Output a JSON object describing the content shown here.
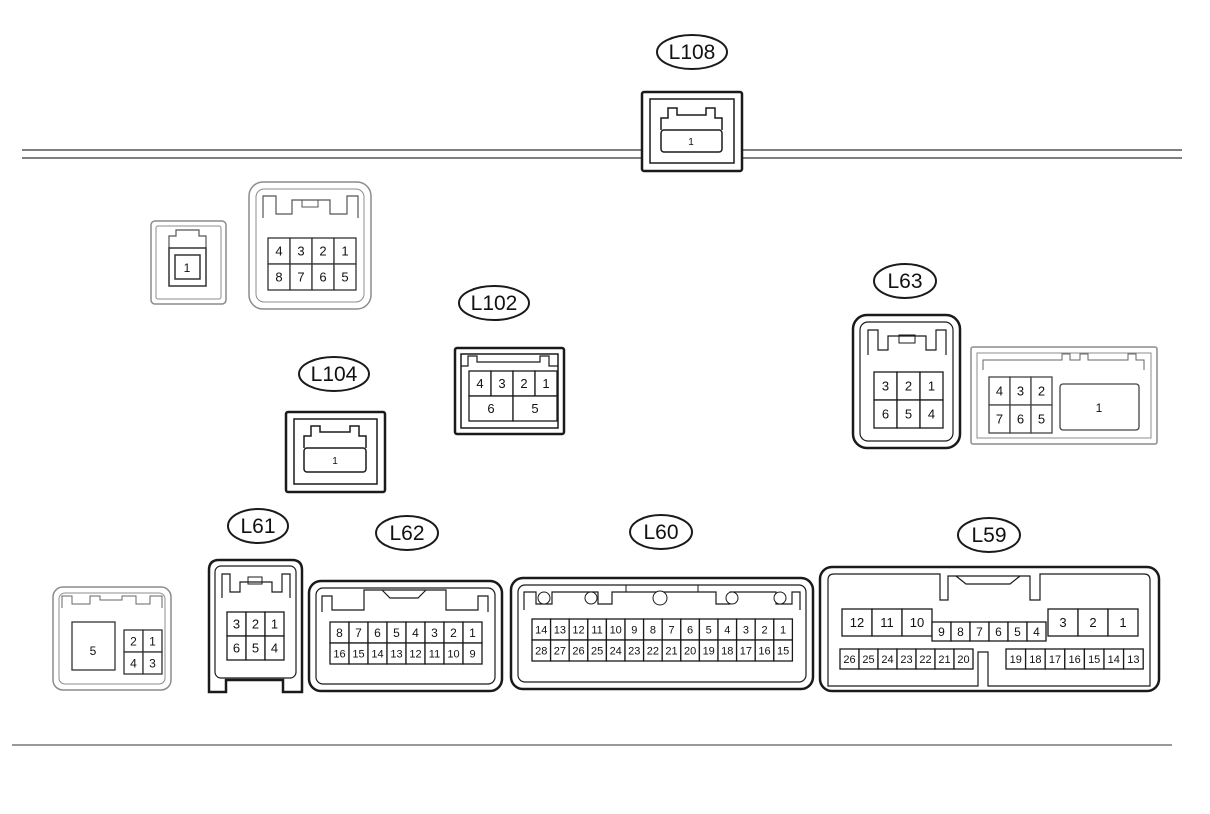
{
  "colors": {
    "dark": "#1a1a1a",
    "grey": "#8c8c8c",
    "harness": "#555555",
    "background": "#ffffff"
  },
  "labels": {
    "L108": "L108",
    "L102": "L102",
    "L104": "L104",
    "L63": "L63",
    "L61": "L61",
    "L62": "L62",
    "L60": "L60",
    "L59": "L59"
  },
  "connectors": {
    "L108": {
      "pins": [
        "1"
      ]
    },
    "mating_1pin": {
      "pins": [
        "1"
      ]
    },
    "mating_8pin": {
      "top_row": [
        "4",
        "3",
        "2",
        "1"
      ],
      "bottom_row": [
        "8",
        "7",
        "6",
        "5"
      ]
    },
    "L102": {
      "top_row": [
        "4",
        "3",
        "2",
        "1"
      ],
      "bottom_row": [
        "6",
        "5"
      ]
    },
    "L104": {
      "pins": [
        "1"
      ]
    },
    "L63": {
      "top_row": [
        "3",
        "2",
        "1"
      ],
      "bottom_row": [
        "6",
        "5",
        "4"
      ]
    },
    "mating_L63": {
      "top_row": [
        "4",
        "3",
        "2"
      ],
      "bottom_row": [
        "7",
        "6",
        "5"
      ],
      "large_pin": "1"
    },
    "mating_L61": {
      "large_pin": "5",
      "top_row": [
        "2",
        "1"
      ],
      "bottom_row": [
        "4",
        "3"
      ]
    },
    "L61": {
      "top_row": [
        "3",
        "2",
        "1"
      ],
      "bottom_row": [
        "6",
        "5",
        "4"
      ]
    },
    "L62": {
      "top_row": [
        "8",
        "7",
        "6",
        "5",
        "4",
        "3",
        "2",
        "1"
      ],
      "bottom_row": [
        "16",
        "15",
        "14",
        "13",
        "12",
        "11",
        "10",
        "9"
      ]
    },
    "L60": {
      "top_row": [
        "14",
        "13",
        "12",
        "11",
        "10",
        "9",
        "8",
        "7",
        "6",
        "5",
        "4",
        "3",
        "2",
        "1"
      ],
      "bottom_row": [
        "28",
        "27",
        "26",
        "25",
        "24",
        "23",
        "22",
        "21",
        "20",
        "19",
        "18",
        "17",
        "16",
        "15"
      ]
    },
    "L59": {
      "top_left": [
        "12",
        "11",
        "10"
      ],
      "top_mid": [
        "9",
        "8",
        "7",
        "6",
        "5",
        "4"
      ],
      "top_right": [
        "3",
        "2",
        "1"
      ],
      "bottom_left": [
        "26",
        "25",
        "24",
        "23",
        "22",
        "21",
        "20"
      ],
      "bottom_right": [
        "19",
        "18",
        "17",
        "16",
        "15",
        "14",
        "13"
      ]
    }
  }
}
